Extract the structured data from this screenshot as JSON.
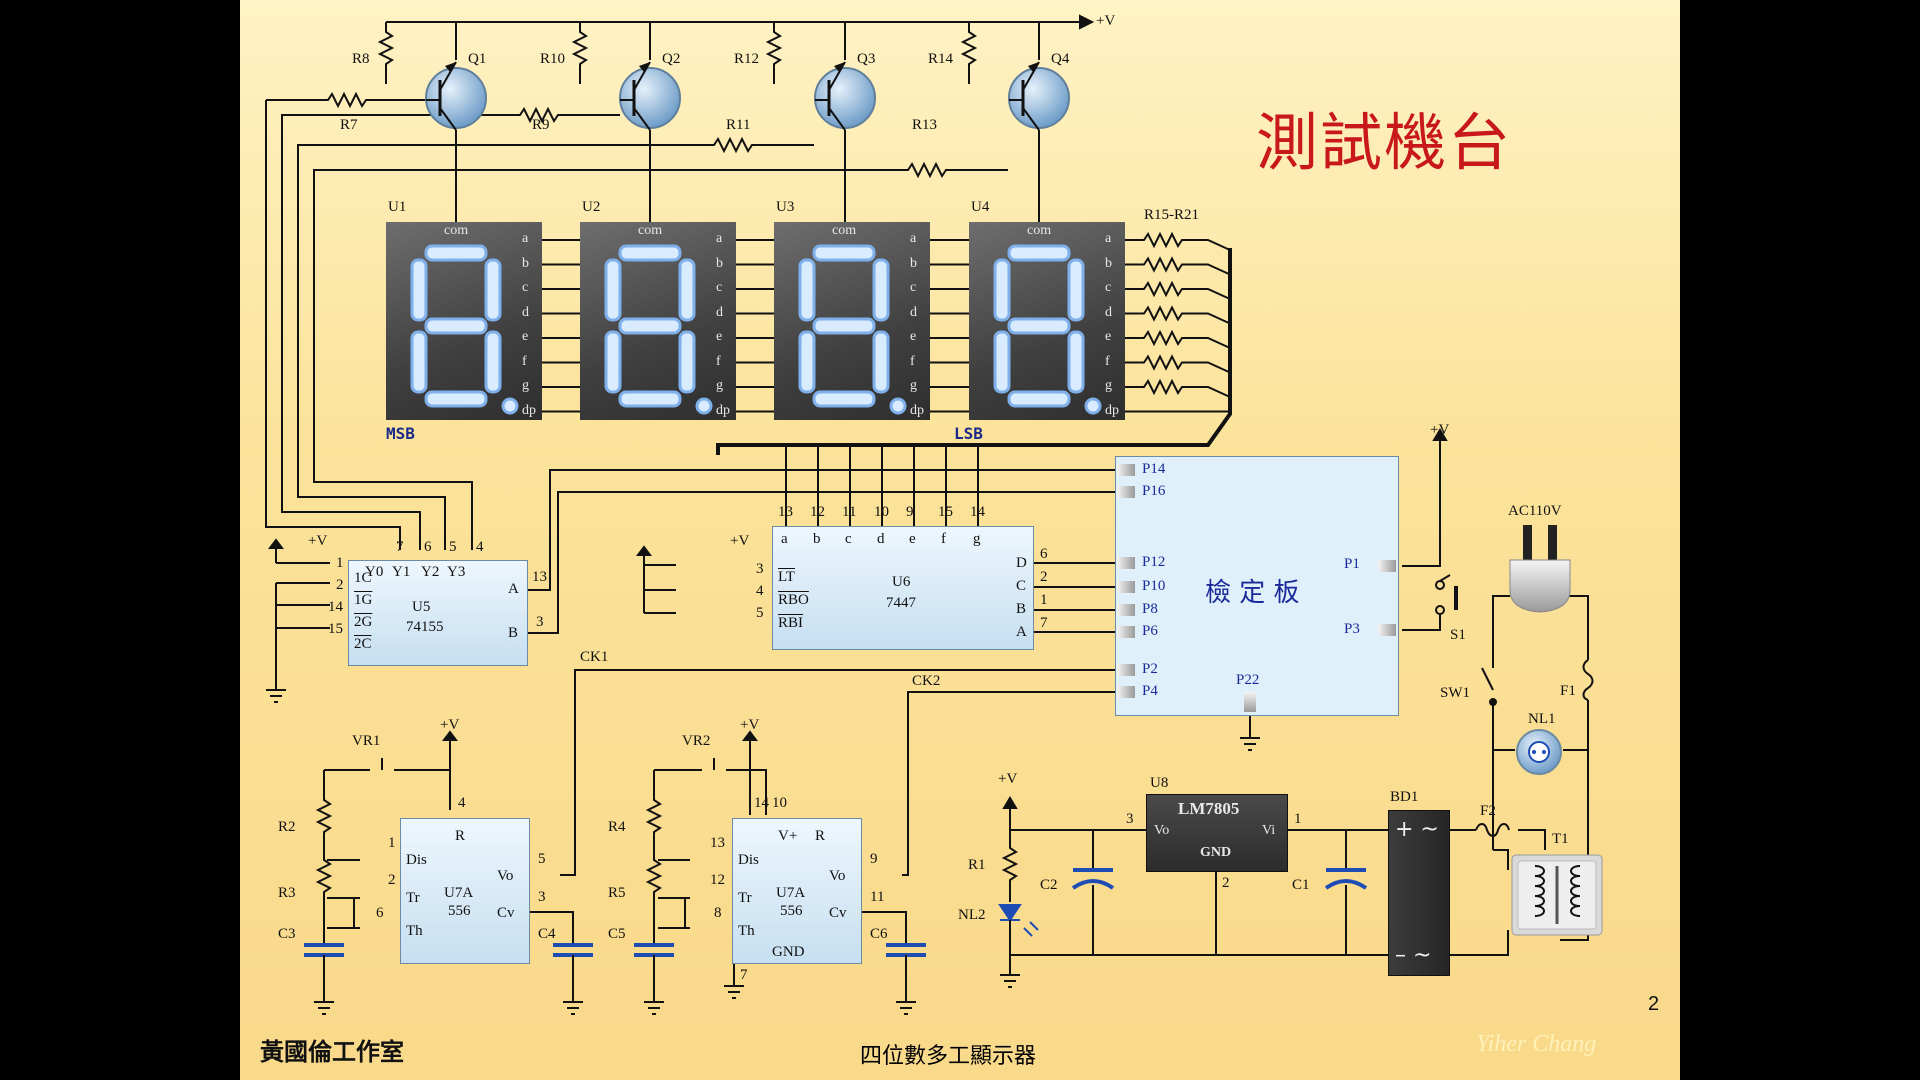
{
  "slide": {
    "title": "測試機台",
    "page_number": "2",
    "footer_center": "四位數多工顯示器",
    "footer_left": "黃國倫工作室",
    "watermark": "Yiher Chang"
  },
  "supply": "+V",
  "transistors": [
    "Q1",
    "Q2",
    "Q3",
    "Q4"
  ],
  "base_resistors": [
    "R7",
    "R9",
    "R11",
    "R13"
  ],
  "pullup_resistors": [
    "R8",
    "R10",
    "R12",
    "R14"
  ],
  "displays": {
    "names": [
      "U1",
      "U2",
      "U3",
      "U4"
    ],
    "common_pin": "com",
    "segment_pins": [
      "a",
      "b",
      "c",
      "d",
      "e",
      "f",
      "g",
      "dp"
    ],
    "msb_label": "MSB",
    "lsb_label": "LSB",
    "resistor_array": "R15-R21"
  },
  "u5": {
    "name": "U5",
    "part": "74155",
    "outputs": [
      "Y0",
      "Y1",
      "Y2",
      "Y3"
    ],
    "output_pins": [
      "7",
      "6",
      "5",
      "4"
    ],
    "inputs": [
      "1C",
      "1G",
      "2G",
      "2C"
    ],
    "input_pins": [
      "1",
      "2",
      "14",
      "15"
    ],
    "select": [
      "A",
      "B"
    ],
    "select_pins": [
      "13",
      "3"
    ]
  },
  "u6": {
    "name": "U6",
    "part": "7447",
    "outputs": [
      "a",
      "b",
      "c",
      "d",
      "e",
      "f",
      "g"
    ],
    "output_pins": [
      "13",
      "12",
      "11",
      "10",
      "9",
      "15",
      "14"
    ],
    "controls": [
      "LT",
      "RBO",
      "RBI"
    ],
    "control_pins": [
      "3",
      "4",
      "5"
    ],
    "inputs": [
      "D",
      "C",
      "B",
      "A"
    ],
    "input_pins": [
      "6",
      "2",
      "1",
      "7"
    ]
  },
  "board": {
    "label": "檢 定 板",
    "left_pins": [
      "P14",
      "P16",
      "P12",
      "P10",
      "P8",
      "P6",
      "P2",
      "P4"
    ],
    "right_pins": [
      "P1",
      "P3"
    ],
    "bottom_pin": "P22"
  },
  "clocks": [
    "CK1",
    "CK2"
  ],
  "timer1": {
    "name": "U7A",
    "part": "556",
    "pins": [
      "Dis",
      "Tr",
      "Th",
      "R",
      "Vo",
      "Cv"
    ],
    "pin_numbers": [
      "1",
      "2",
      "6",
      "4",
      "5",
      "3"
    ],
    "vr": "VR1",
    "resistors": [
      "R2",
      "R3"
    ],
    "caps": [
      "C3",
      "C4"
    ]
  },
  "timer2": {
    "name": "U7A",
    "part": "556",
    "pins": [
      "Dis",
      "Tr",
      "Th",
      "V+",
      "R",
      "Vo",
      "Cv",
      "GND"
    ],
    "pin_numbers": [
      "13",
      "12",
      "8",
      "14",
      "10",
      "9",
      "11",
      "7"
    ],
    "vr": "VR2",
    "resistors": [
      "R4",
      "R5"
    ],
    "caps": [
      "C5",
      "C6"
    ]
  },
  "switch": "S1",
  "power": {
    "regulator": "LM7805",
    "reg_pins": [
      "Vo",
      "GND",
      "Vi"
    ],
    "reg_pin_numbers": [
      "3",
      "2",
      "1"
    ],
    "reg_name": "U8",
    "caps": [
      "C2",
      "C1"
    ],
    "led_resistor": "R1",
    "led": "NL2",
    "bridge": "BD1",
    "fuse2": "F2",
    "transformer": "T1",
    "mains": "AC110V",
    "switch": "SW1",
    "fuse1": "F1",
    "neon": "NL1"
  }
}
